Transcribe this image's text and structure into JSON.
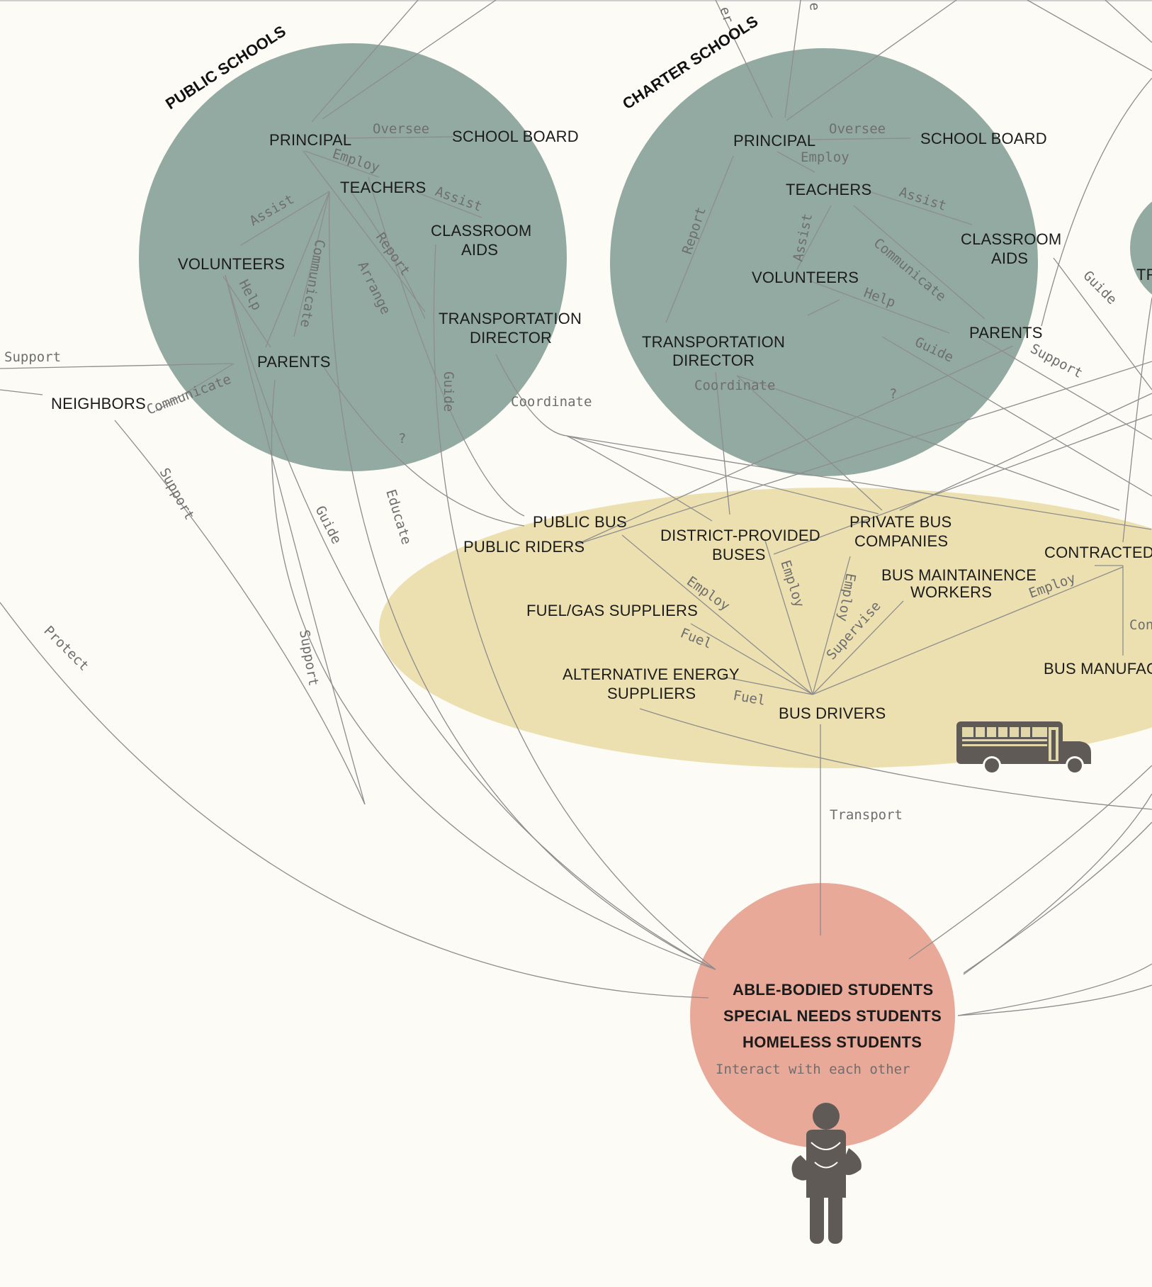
{
  "colors": {
    "background": "#fcfbf6",
    "school_circle": "#93aaa3",
    "transport_ellipse": "#ede0b0",
    "students_circle": "#e8a999",
    "icon": "#5f5a55",
    "edge": "#8d8d8d"
  },
  "groups": {
    "public_schools": "PUBLIC SCHOOLS",
    "charter_schools": "CHARTER SCHOOLS"
  },
  "public": {
    "principal": "PRINCIPAL",
    "school_board": "SCHOOL BOARD",
    "teachers": "TEACHERS",
    "classroom_aids_1": "CLASSROOM",
    "classroom_aids_2": "AIDS",
    "volunteers": "VOLUNTEERS",
    "parents": "PARENTS",
    "transport_dir_1": "TRANSPORTATION",
    "transport_dir_2": "DIRECTOR"
  },
  "charter": {
    "principal": "PRINCIPAL",
    "school_board": "SCHOOL BOARD",
    "teachers": "TEACHERS",
    "classroom_aids_1": "CLASSROOM",
    "classroom_aids_2": "AIDS",
    "volunteers": "VOLUNTEERS",
    "parents": "PARENTS",
    "transport_dir_1": "TRANSPORTATION",
    "transport_dir_2": "DIRECTOR",
    "cut_label": "TR"
  },
  "outside": {
    "neighbors": "NEIGHBORS"
  },
  "transport": {
    "public_bus": "PUBLIC BUS",
    "public_riders": "PUBLIC RIDERS",
    "district_buses_1": "DISTRICT-PROVIDED",
    "district_buses_2": "BUSES",
    "private_bus_1": "PRIVATE BUS",
    "private_bus_2": "COMPANIES",
    "contracted": "CONTRACTED",
    "maintenance_1": "BUS MAINTAINENCE",
    "maintenance_2": "WORKERS",
    "fuel_gas": "FUEL/GAS SUPPLIERS",
    "alt_energy_1": "ALTERNATIVE ENERGY",
    "alt_energy_2": "SUPPLIERS",
    "bus_drivers": "BUS DRIVERS",
    "bus_manufacturers": "BUS MANUFAC"
  },
  "students": {
    "able_bodied": "ABLE-BODIED STUDENTS",
    "special_needs": "SPECIAL NEEDS STUDENTS",
    "homeless": "HOMELESS STUDENTS",
    "interact": "Interact with each other"
  },
  "relations": {
    "oversee": "Oversee",
    "employ": "Employ",
    "assist": "Assist",
    "communicate": "Communicate",
    "report": "Report",
    "arrange": "Arrange",
    "help": "Help",
    "guide": "Guide",
    "support": "Support",
    "coordinate": "Coordinate",
    "educate": "Educate",
    "protect": "Protect",
    "fuel": "Fuel",
    "supervise": "Supervise",
    "transport": "Transport",
    "question": "?",
    "cut_right": "Con",
    "cut_top_1": "er",
    "cut_top_2": "e"
  },
  "icons": {
    "bus": "school-bus-icon",
    "student": "student-with-backpack-icon"
  }
}
